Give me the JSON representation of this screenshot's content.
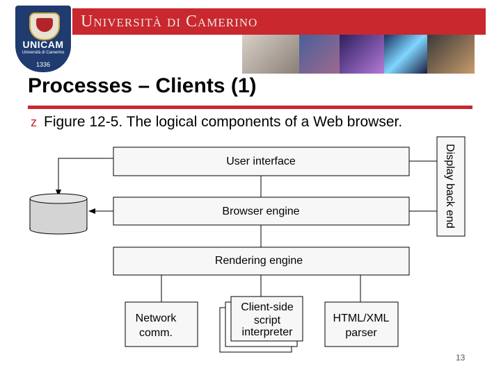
{
  "logo": {
    "name": "UNICAM",
    "subtitle": "Università di Camerino",
    "year": "1336"
  },
  "banner": {
    "title": "Università di Camerino"
  },
  "slide": {
    "title": "Processes – Clients (1)",
    "bullet_icon": "z",
    "bullet_text": "Figure 12-5. The logical components of a Web browser.",
    "page_number": "13"
  },
  "diagram": {
    "user_interface": "User interface",
    "browser_engine": "Browser engine",
    "rendering_engine": "Rendering engine",
    "display_back_end": "Display back end",
    "network_line1": "Network",
    "network_line2": "comm.",
    "script_line1": "Client-side",
    "script_line2": "script",
    "script_line3": "interpreter",
    "parser_line1": "HTML/XML",
    "parser_line2": "parser"
  },
  "colors": {
    "accent": "#c8282e",
    "logo_blue": "#1f3b6f",
    "box_fill": "#f7f7f7",
    "cylinder_fill": "#d4d4d4"
  }
}
